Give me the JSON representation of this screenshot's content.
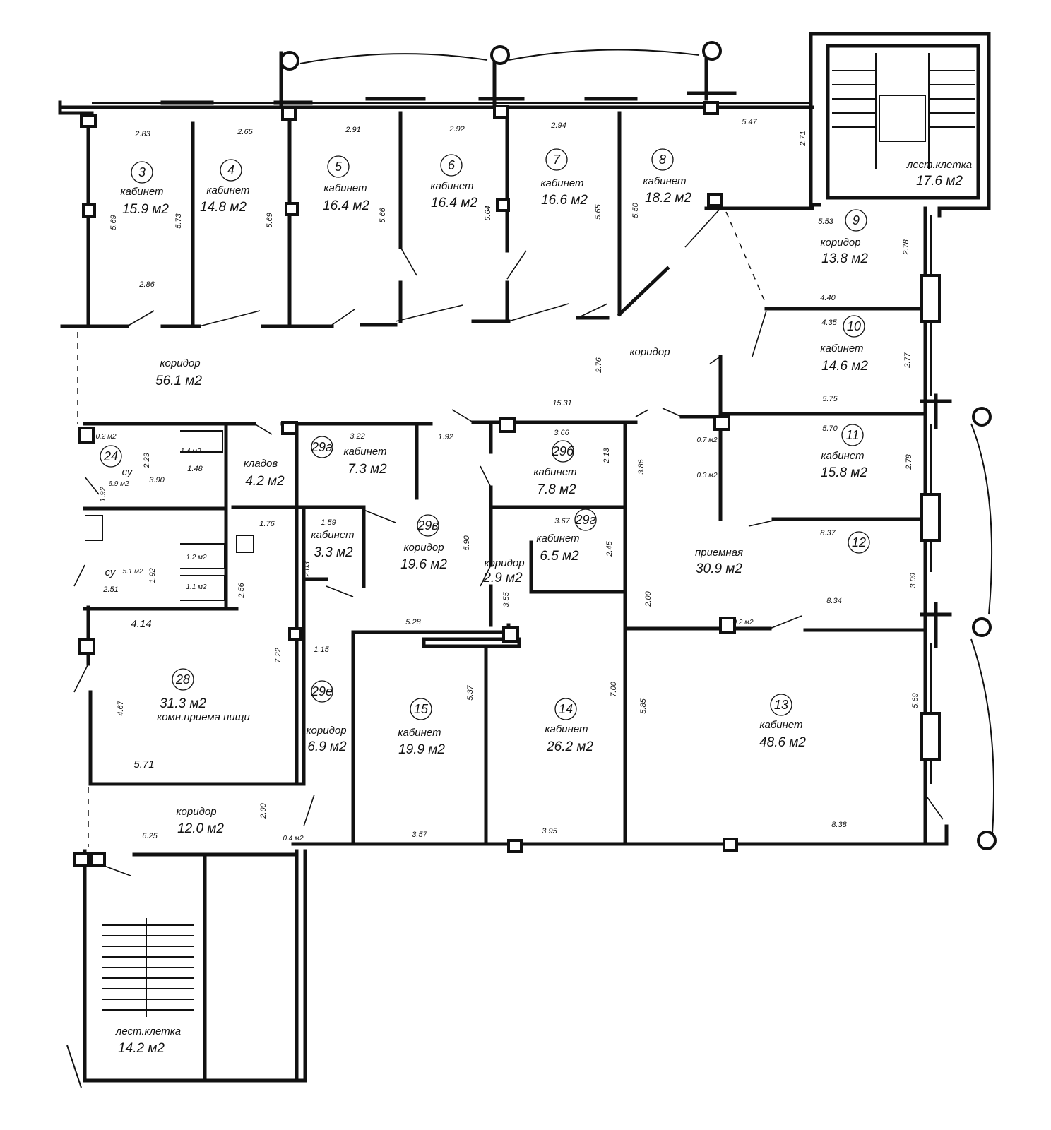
{
  "plan": {
    "rooms": [
      {
        "num": "3",
        "name": "кабинет",
        "area": "15.9 м2"
      },
      {
        "num": "4",
        "name": "кабинет",
        "area": "14.8 м2"
      },
      {
        "num": "5",
        "name": "кабинет",
        "area": "16.4 м2"
      },
      {
        "num": "6",
        "name": "кабинет",
        "area": "16.4 м2"
      },
      {
        "num": "7",
        "name": "кабинет",
        "area": "16.6 м2"
      },
      {
        "num": "8",
        "name": "кабинет",
        "area": "18.2 м2"
      },
      {
        "num": "9",
        "name": "коридор",
        "area": "13.8 м2"
      },
      {
        "num": "10",
        "name": "кабинет",
        "area": "14.6 м2"
      },
      {
        "num": "11",
        "name": "кабинет",
        "area": "15.8 м2"
      },
      {
        "num": "12",
        "name": "приемная",
        "area": "30.9 м2"
      },
      {
        "num": "13",
        "name": "кабинет",
        "area": "48.6 м2"
      },
      {
        "num": "14",
        "name": "кабинет",
        "area": "26.2 м2"
      },
      {
        "num": "15",
        "name": "кабинет",
        "area": "19.9 м2"
      },
      {
        "num": "28",
        "name": "комн.приема пищи",
        "area": "31.3 м2"
      },
      {
        "num": "24",
        "name": "су",
        "area": "6.9 м2"
      },
      {
        "num": "29а",
        "name": "кабинет",
        "area": "7.3 м2"
      },
      {
        "num": "29б",
        "name": "кабинет",
        "area": "7.8 м2"
      },
      {
        "num": "29в",
        "name": "коридор",
        "area": "19.6 м2"
      },
      {
        "num": "29г",
        "name": "кабинет",
        "area": "6.5 м2"
      },
      {
        "num": "29е",
        "name": "коридор",
        "area": "6.9 м2"
      }
    ],
    "unnumbered": [
      {
        "name": "кладов",
        "area": "4.2 м2"
      },
      {
        "name": "кабинет",
        "area": "3.3 м2"
      },
      {
        "name": "коридор",
        "area": "2.9 м2"
      },
      {
        "name": "коридор",
        "area": "56.1 м2"
      },
      {
        "name": "коридор",
        "area": ""
      },
      {
        "name": "коридор",
        "area": "12.0 м2"
      },
      {
        "name": "лест.клетка",
        "area": "17.6 м2"
      },
      {
        "name": "лест.клетка",
        "area": "14.2 м2"
      },
      {
        "name": "су",
        "area": "5.1 м2"
      }
    ],
    "small_areas": [
      "0.2 м2",
      "1.4 м2",
      "1.2 м2",
      "1.1 м2",
      "0.7 м2",
      "0.3 м2",
      "0.2 м2",
      "0.4 м2"
    ],
    "dimensions": [
      "2.83",
      "2.65",
      "2.91",
      "2.92",
      "2.94",
      "5.47",
      "2.71",
      "5.69",
      "5.73",
      "5.69",
      "5.66",
      "5.64",
      "5.65",
      "5.50",
      "2.86",
      "5.53",
      "2.78",
      "4.40",
      "4.35",
      "2.77",
      "2.76",
      "15.31",
      "5.75",
      "5.70",
      "2.78",
      "3.22",
      "1.92",
      "3.66",
      "2.13",
      "3.86",
      "2.23",
      "1.48",
      "3.90",
      "1.92",
      "1.76",
      "3.67",
      "2.45",
      "5.90",
      "3.55",
      "8.37",
      "2.03",
      "1.92",
      "2.51",
      "2.56",
      "2.00",
      "8.34",
      "3.09",
      "4.14",
      "5.28",
      "1.15",
      "7.22",
      "4.67",
      "5.37",
      "7.00",
      "5.85",
      "5.69",
      "5.71",
      "2.00",
      "6.25",
      "3.57",
      "3.95",
      "8.38",
      "1.59"
    ]
  }
}
